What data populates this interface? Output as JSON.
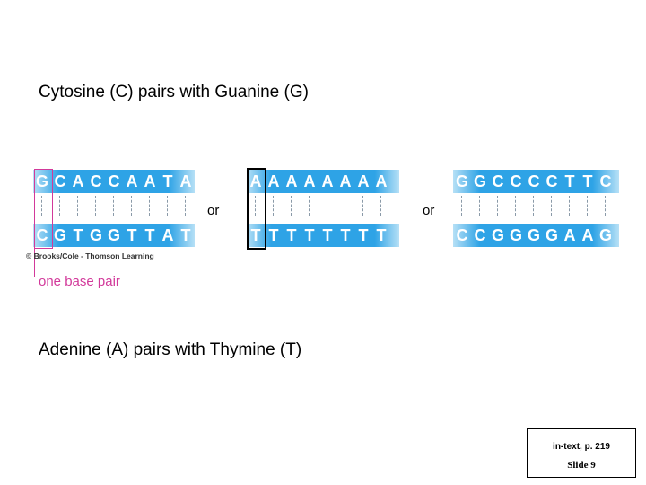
{
  "captions": {
    "top": "Cytosine (C) pairs with Guanine (G)",
    "bottom": "Adenine (A) pairs with Thymine (T)"
  },
  "dna_examples": [
    {
      "top": [
        "G",
        "C",
        "A",
        "C",
        "C",
        "A",
        "A",
        "T",
        "A"
      ],
      "bottom": [
        "C",
        "G",
        "T",
        "G",
        "G",
        "T",
        "T",
        "A",
        "T"
      ]
    },
    {
      "top": [
        "A",
        "A",
        "A",
        "A",
        "A",
        "A",
        "A",
        "A"
      ],
      "bottom": [
        "T",
        "T",
        "T",
        "T",
        "T",
        "T",
        "T",
        "T"
      ]
    },
    {
      "top": [
        "G",
        "G",
        "C",
        "C",
        "C",
        "C",
        "T",
        "T",
        "C"
      ],
      "bottom": [
        "C",
        "C",
        "G",
        "G",
        "G",
        "G",
        "A",
        "A",
        "G"
      ]
    }
  ],
  "separators": [
    "or",
    "or"
  ],
  "copyright": "© Brooks/Cole - Thomson Learning",
  "pair_label": "one base pair",
  "slide_box": {
    "page": "in-text, p. 219",
    "slide": "Slide 9"
  },
  "colors": {
    "strand": "#2ea3e6",
    "highlight": "#d2399a",
    "frame": "#000000"
  }
}
